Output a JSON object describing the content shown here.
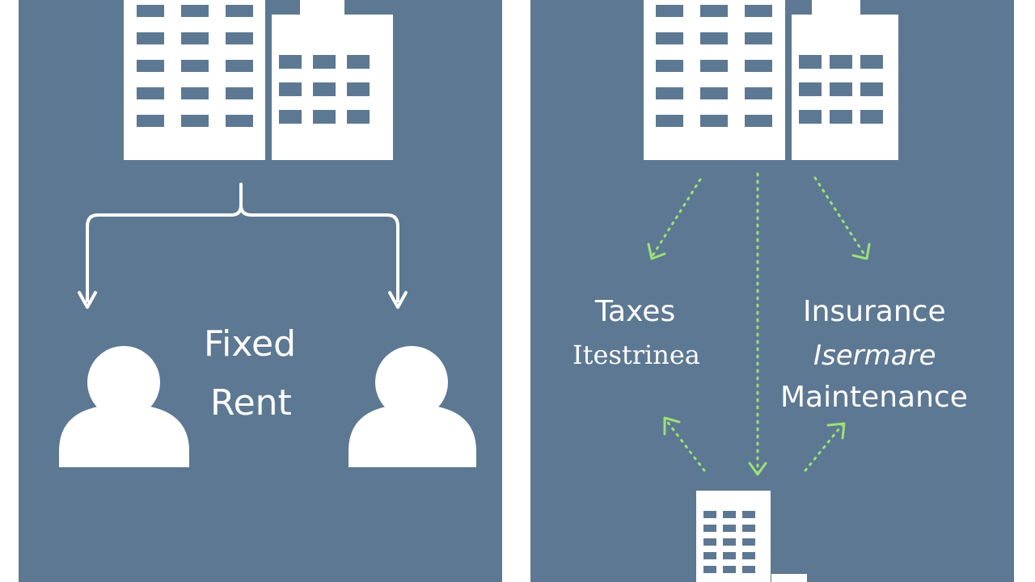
{
  "colors": {
    "page_bg": "#ffffff",
    "panel_bg": "#5d7892",
    "icon_white": "#ffffff",
    "window_fill": "#5d7892",
    "arrow_green": "#9be07a",
    "text_white": "#ffffff"
  },
  "left_panel": {
    "icons": [
      "building-icon",
      "person-icon",
      "person-icon"
    ],
    "label_fixed": "Fixed",
    "label_rent": "Rent"
  },
  "right_panel": {
    "icons": [
      "building-icon",
      "small-building-icon"
    ],
    "taxes": "Taxes",
    "taxes_sub": "Itestrinea",
    "insurance": "Insurance",
    "insurance_sub": "Isermare",
    "maintenance": "Maintenance"
  }
}
